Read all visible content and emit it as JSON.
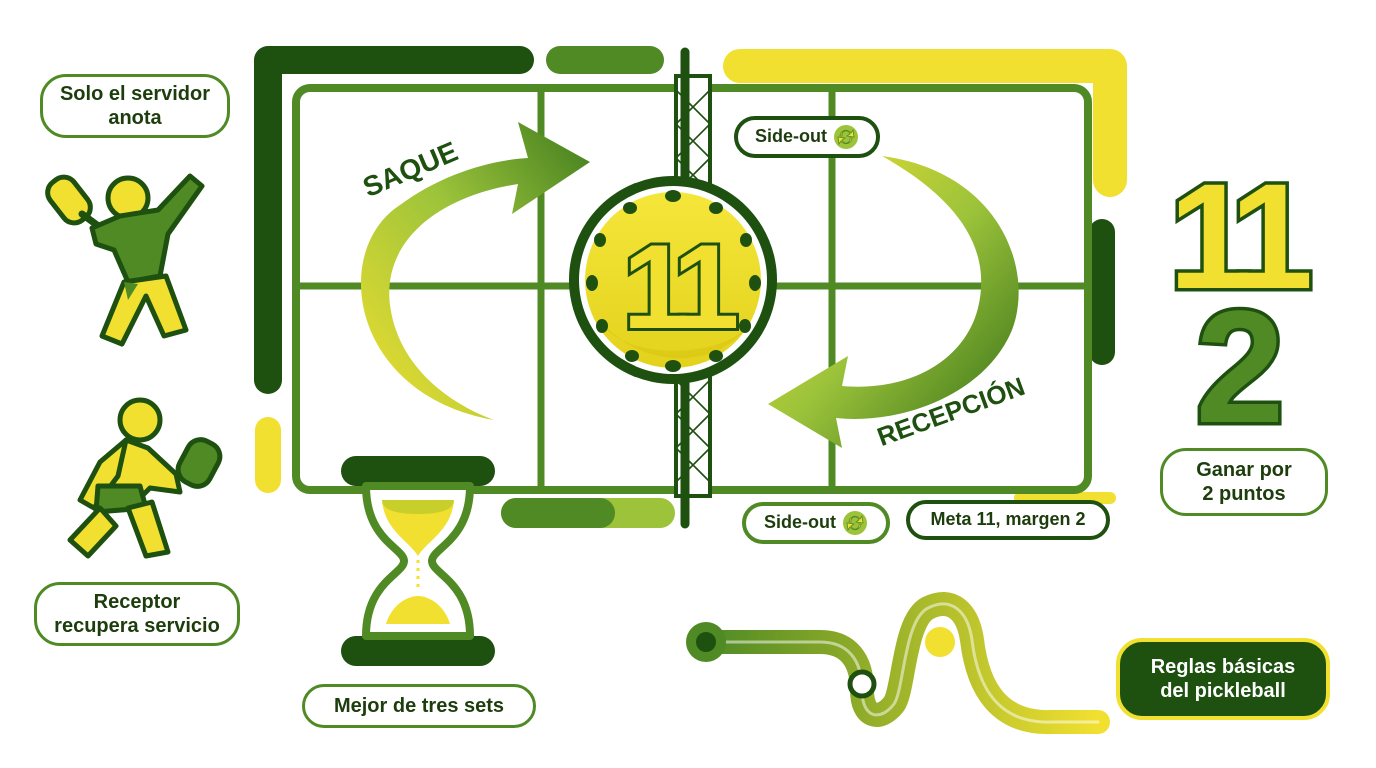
{
  "labels": {
    "solo_servidor": [
      "Solo el servidor",
      "anota"
    ],
    "receptor": [
      "Receptor",
      "recupera servicio"
    ],
    "mejor_sets": "Mejor de tres sets",
    "ganar": [
      "Ganar por",
      "2 puntos"
    ],
    "meta": "Meta 11, margen 2",
    "side_out_top": "Side-out",
    "side_out_bottom": "Side-out",
    "reglas": [
      "Reglas básicas",
      "del pickleball"
    ],
    "saque": "SAQUE",
    "recepcion": "RECEPCIÓN",
    "ball_number": "11",
    "big_number_top": "11",
    "big_number_bottom": "2"
  },
  "colors": {
    "dark_green": "#1e5010",
    "mid_green": "#4f8a25",
    "light_green": "#9cc33a",
    "yellow": "#f1e030",
    "white": "#ffffff"
  },
  "icons": {
    "server_player": "pickleball-server-player-icon",
    "receiver_player": "pickleball-receiver-player-icon",
    "hourglass": "hourglass-icon",
    "ball": "pickleball-ball-icon",
    "cycle": "side-out-cycle-icon",
    "path": "winding-path-icon"
  }
}
